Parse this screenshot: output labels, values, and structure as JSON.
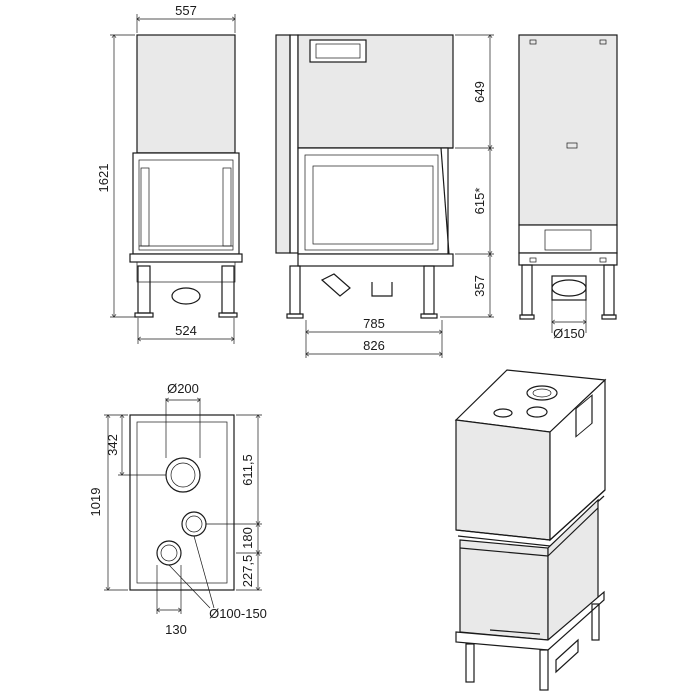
{
  "front_view": {
    "width_top": "557",
    "height_total": "1621",
    "width_base": "524"
  },
  "side_view": {
    "upper_height": "649",
    "door_height": "615*",
    "leg_height": "357",
    "inner_width": "785",
    "outer_width": "826"
  },
  "back_view": {
    "flue_diameter": "Ø150"
  },
  "top_view": {
    "outlet_diameter": "Ø200",
    "outlet_offset": "342",
    "depth": "1019",
    "outlet_distance": "611,5",
    "spacing_mid": "180",
    "spacing_low": "227,5",
    "side_offset": "130",
    "duct_diameter": "Ø100-150"
  }
}
